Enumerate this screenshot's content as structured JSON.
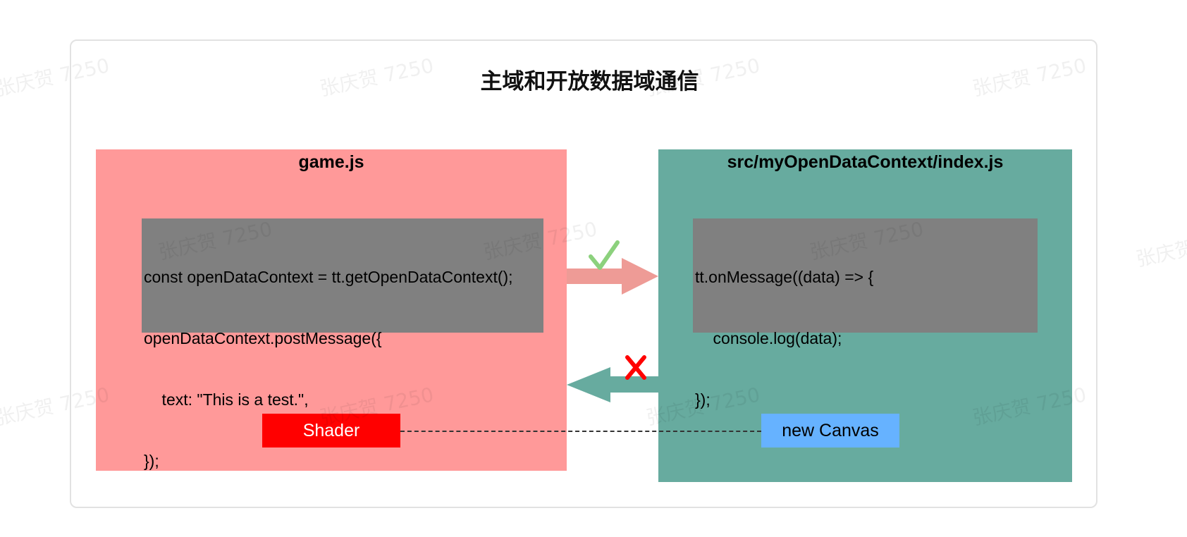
{
  "title": "主域和开放数据域通信",
  "watermark": "张庆贺 7250",
  "colors": {
    "main_panel": "#ff9999",
    "open_panel": "#67ab9f",
    "code_box": "#808080",
    "shader_node": "#ff0000",
    "canvas_node": "#66b2ff",
    "check_mark": "#8cd17d",
    "cross_mark": "#ff0000"
  },
  "main_domain": {
    "title": "game.js",
    "code_lines": [
      "const openDataContext = tt.getOpenDataContext();",
      "openDataContext.postMessage({",
      "    text: \"This is a test.\",",
      "});"
    ],
    "node_label": "Shader"
  },
  "open_domain": {
    "title": "src/myOpenDataContext/index.js",
    "code_lines": [
      "tt.onMessage((data) => {",
      "    console.log(data);",
      "});"
    ],
    "node_label": "new Canvas"
  },
  "arrows": {
    "forward_mark": "✓",
    "backward_mark": "X"
  }
}
